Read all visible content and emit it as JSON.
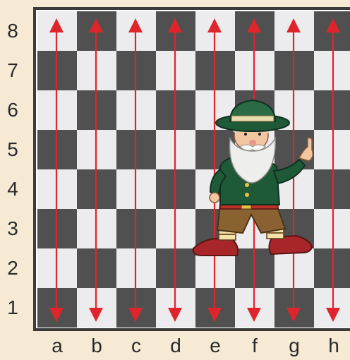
{
  "board": {
    "files": [
      "a",
      "b",
      "c",
      "d",
      "e",
      "f",
      "g",
      "h"
    ],
    "ranks": [
      "8",
      "7",
      "6",
      "5",
      "4",
      "3",
      "2",
      "1"
    ],
    "colors": {
      "dark": "#505050",
      "light": "#ececef",
      "frame": "#3b3b3b",
      "arrow": "#e0242b",
      "background": "#f7ead4"
    }
  },
  "arrows": [
    {
      "file": "a",
      "from_rank": "1",
      "to_rank": "8",
      "bidirectional": true
    },
    {
      "file": "b",
      "from_rank": "1",
      "to_rank": "8",
      "bidirectional": true
    },
    {
      "file": "c",
      "from_rank": "1",
      "to_rank": "8",
      "bidirectional": true
    },
    {
      "file": "d",
      "from_rank": "1",
      "to_rank": "8",
      "bidirectional": true
    },
    {
      "file": "e",
      "from_rank": "1",
      "to_rank": "8",
      "bidirectional": true
    },
    {
      "file": "f",
      "from_rank": "1",
      "to_rank": "8",
      "bidirectional": true
    },
    {
      "file": "g",
      "from_rank": "1",
      "to_rank": "8",
      "bidirectional": true
    },
    {
      "file": "h",
      "from_rank": "1",
      "to_rank": "8",
      "bidirectional": true
    }
  ],
  "character": {
    "icon": "gnome-mascot-icon"
  }
}
